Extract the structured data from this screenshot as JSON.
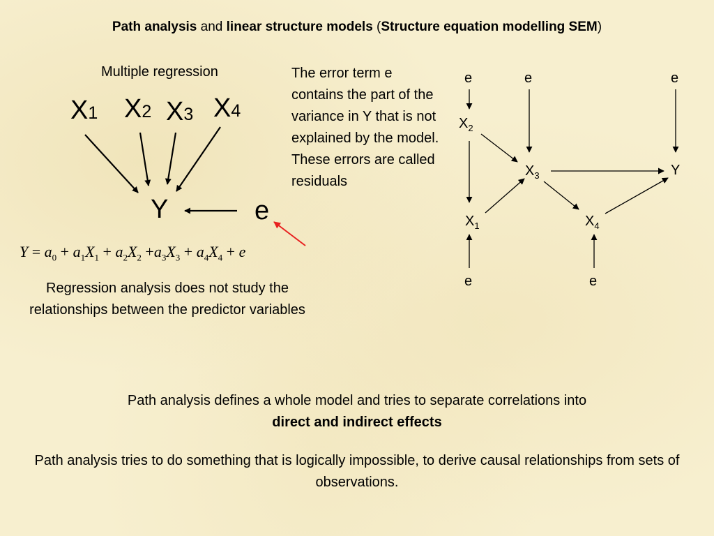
{
  "title": {
    "part1": "Path analysis",
    "part2": "and",
    "part3": "linear structure models",
    "part4": "(",
    "part5": "Structure equation modelling SEM",
    "part6": ")"
  },
  "left_diagram": {
    "heading": "Multiple regression",
    "nodes": {
      "x1": {
        "base": "X",
        "sub": "1"
      },
      "x2": {
        "base": "X",
        "sub": "2"
      },
      "x3": {
        "base": "X",
        "sub": "3"
      },
      "x4": {
        "base": "X",
        "sub": "4"
      },
      "y": "Y",
      "e": "e"
    }
  },
  "equation": {
    "Y": "Y",
    "eq": "=",
    "a": "a",
    "X": "X",
    "plus": "+",
    "e": "e",
    "s0": "0",
    "s1": "1",
    "s2": "2",
    "s3": "3",
    "s4": "4"
  },
  "error_note": "The error term e contains the part of the variance in Y that is not explained by the model. These errors are called residuals",
  "regression_note": "Regression analysis does not study the relationships between the predictor variables",
  "right_diagram": {
    "e_label": "e",
    "x_label": "X",
    "y_label": "Y",
    "subs": {
      "one": "1",
      "two": "2",
      "three": "3",
      "four": "4"
    }
  },
  "paragraph1": {
    "line1": "Path analysis defines a whole model and tries to separate correlations into",
    "line2": "direct and indirect effects"
  },
  "paragraph2": "Path analysis tries to do something that is logically impossible, to derive causal relationships from sets of observations.",
  "colors": {
    "background": "#f7efcf",
    "arrow": "#000000",
    "highlight_arrow": "#e8201f"
  }
}
